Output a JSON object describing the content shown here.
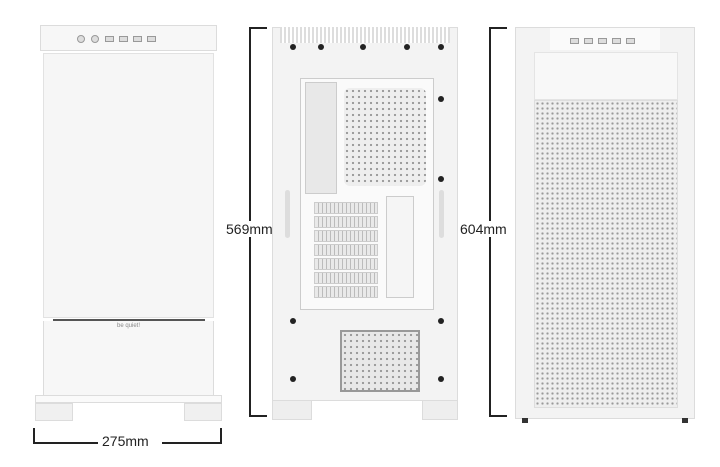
{
  "front_view": {
    "brand_logo": "be quiet!"
  },
  "dimensions": {
    "width": "275mm",
    "height_body": "569mm",
    "height_total": "604mm"
  },
  "colors": {
    "case": "#f3f3f3",
    "dimension_lines": "#222222"
  }
}
